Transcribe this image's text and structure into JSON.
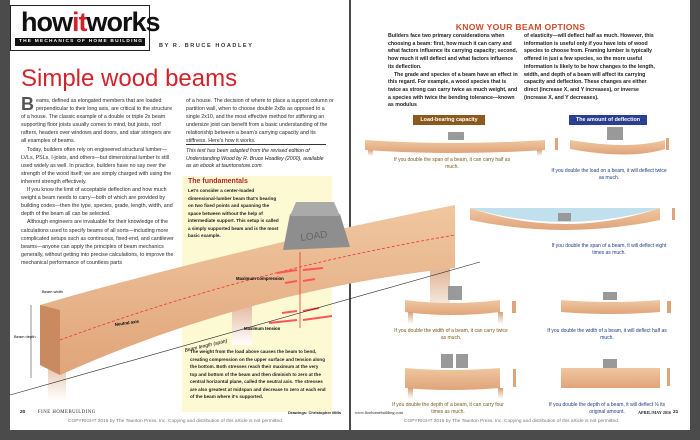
{
  "left_page": {
    "logo": {
      "how": "how",
      "it": "it",
      "works": "works",
      "tagline": "THE MECHANICS OF HOME BUILDING"
    },
    "byline": "BY R. BRUCE HOADLEY",
    "title": "Simple wood beams",
    "dropcap": "B",
    "col1": [
      "eams, defined as elongated members that are loaded perpendicular to their long axis, are critical to the structure of a house. The classic example of a double or triple 2x beam supporting floor joists usually comes to mind, but joists, roof rafters, headers over windows and doors, and stair stringers are all examples of beams.",
      "Today, builders often rely on engineered structural lumber—LVLs, PSLs, I-joists, and others—but dimensional lumber is still used widely as well. In practice, builders have no say over the strength of the wood itself; we are simply charged with using the inherent strength effectively.",
      "If you know the limit of acceptable deflection and how much weight a beam needs to carry—both of which are provided by building codes—then the type, species, grade, length, width, and depth of the beam all can be selected.",
      "Although engineers are invaluable for their knowledge of the calculations used to specify beams of all sorts—including more complicated setups such as continuous, fixed-end, and cantilever beams—anyone can apply the principles of beam mechanics generally, without getting into precise calculations, to improve the mechanical performance of countless parts"
    ],
    "col2": "of a house. The decision of where to place a support column or partition wall, when to choose double 2x8s as opposed to a single 2x10, and the most effective method for stiffening an undersize joist can benefit from a basic understanding of the relationship between a beam's carrying capacity and its stiffness. Here's how it works.",
    "note": "This text has been adapted from the revised edition of Understanding Wood by R. Bruce Hoadley (2000), available as an ebook at tauntonstore.com.",
    "fundamentals": {
      "heading": "The fundamentals",
      "text": "Let's consider a center-loaded dimensional-lumber beam that's bearing on two fixed points and spanning the space between without the help of intermediate support. This setup is called a simply supported beam and is the most basic example.",
      "caption": "The weight from the load above causes the beam to bend, creating compression on the upper surface and tension along the bottom. Both stresses reach their maximum at the very top and bottom of the beam and then diminish to zero at the central horizontal plane, called the neutral axis. The stresses are also greatest at midspan and decrease to zero at each end of the beam where it's supported."
    },
    "diagram": {
      "load": "LOAD",
      "beam_width": "Beam width",
      "beam_depth": "Beam depth",
      "neutral_axis": "Neutral axis",
      "max_compression": "Maximum compression",
      "max_tension": "Maximum tension",
      "beam_length": "Beam length (span)"
    },
    "credit": "Drawings: Christopher Mills",
    "page_number": "20",
    "magazine": "FINE HOMEBUILDING",
    "copyright": "COPYRIGHT 2015 by The Taunton Press, Inc. Copying and distribution of this article is not permitted."
  },
  "right_page": {
    "title": "KNOW YOUR BEAM OPTIONS",
    "col1": [
      "Builders face two primary considerations when choosing a beam: first, how much it can carry and what factors influence its carrying capacity; second, how much it will deflect and what factors influence its deflection.",
      "The grade and species of a beam have an effect in this regard. For example, a wood species that is twice as strong can carry twice as much weight, and a species with twice the bending tolerance—known as modulus"
    ],
    "col2": "of elasticity—will deflect half as much. However, this information is useful only if you have lots of wood species to choose from. Framing lumber is typically offered in just a few species, so the more useful information is likely to be how changes to the length, width, and depth of a beam will affect its carrying capacity and deflection. These changes are either direct (increase X, and Y increases), or inverse (increase X, and Y decreases).",
    "load_header": "Load-bearing capacity",
    "deflection_header": "The amount of deflection",
    "colors": {
      "load": "#8a5a1c",
      "deflection": "#2a3f8f"
    },
    "load_captions": [
      "If you double the span of a beam, it can carry half as much.",
      "If you double the width of a beam, it can carry twice as much.",
      "If you double the depth of a beam, it can carry four times as much."
    ],
    "deflection_captions": [
      "If you double the load on a beam, it will deflect twice as much.",
      "If you double the span of a beam, it will deflect eight times as much.",
      "If you double the width of a beam, it will deflect half as much.",
      "If you double the depth of a beam, it will deflect ⅛ its original amount."
    ],
    "website": "www.finehomebuilding.com",
    "issue": "APRIL/MAY 2016",
    "page_number": "21",
    "copyright": "COPYRIGHT 2015 by The Taunton Press, Inc. Copying and distribution of this article is not permitted."
  }
}
